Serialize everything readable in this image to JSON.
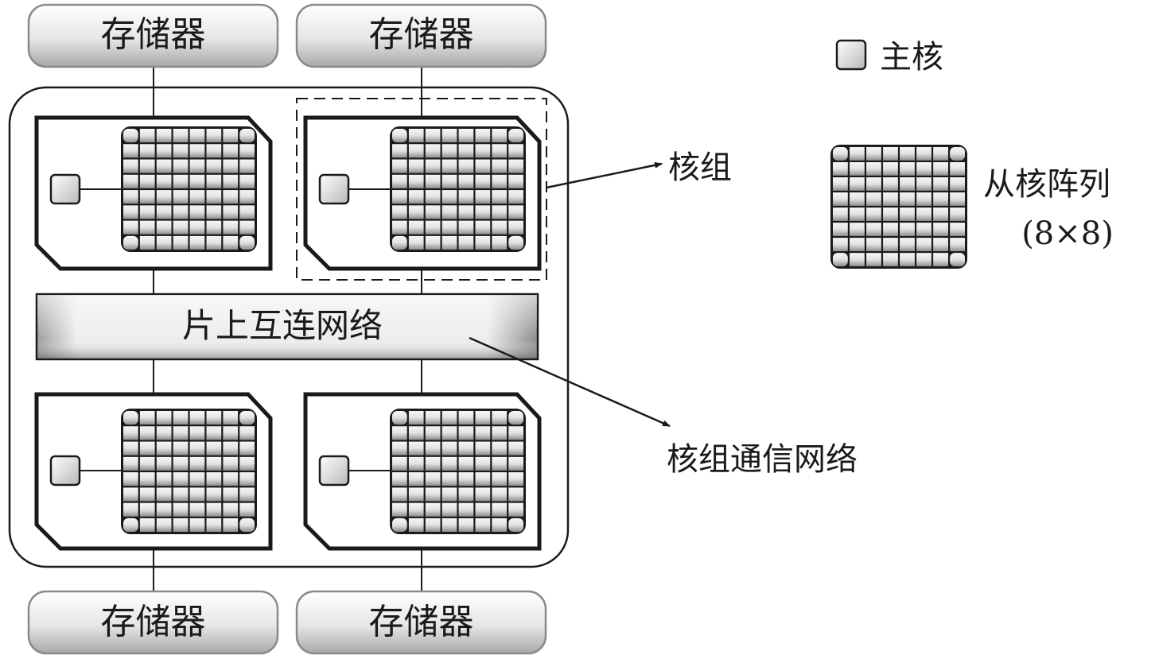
{
  "memory_label": "存储器",
  "noc_label": "片上互连网络",
  "legend": {
    "master_core": "主核",
    "slave_array_line1": "从核阵列",
    "slave_array_line2": "(8×8)"
  },
  "annotations": {
    "core_group": "核组",
    "core_group_network": "核组通信网络"
  },
  "grid": {
    "rows": 8,
    "cols": 8
  },
  "colors": {
    "stroke": "#1a1a1a",
    "grid_cell_light": "#f2f2f2",
    "grid_cell_shade": "#9a9a9a",
    "memory_fill_light": "#f4f4f4",
    "memory_fill_dark": "#a8a8a8"
  }
}
